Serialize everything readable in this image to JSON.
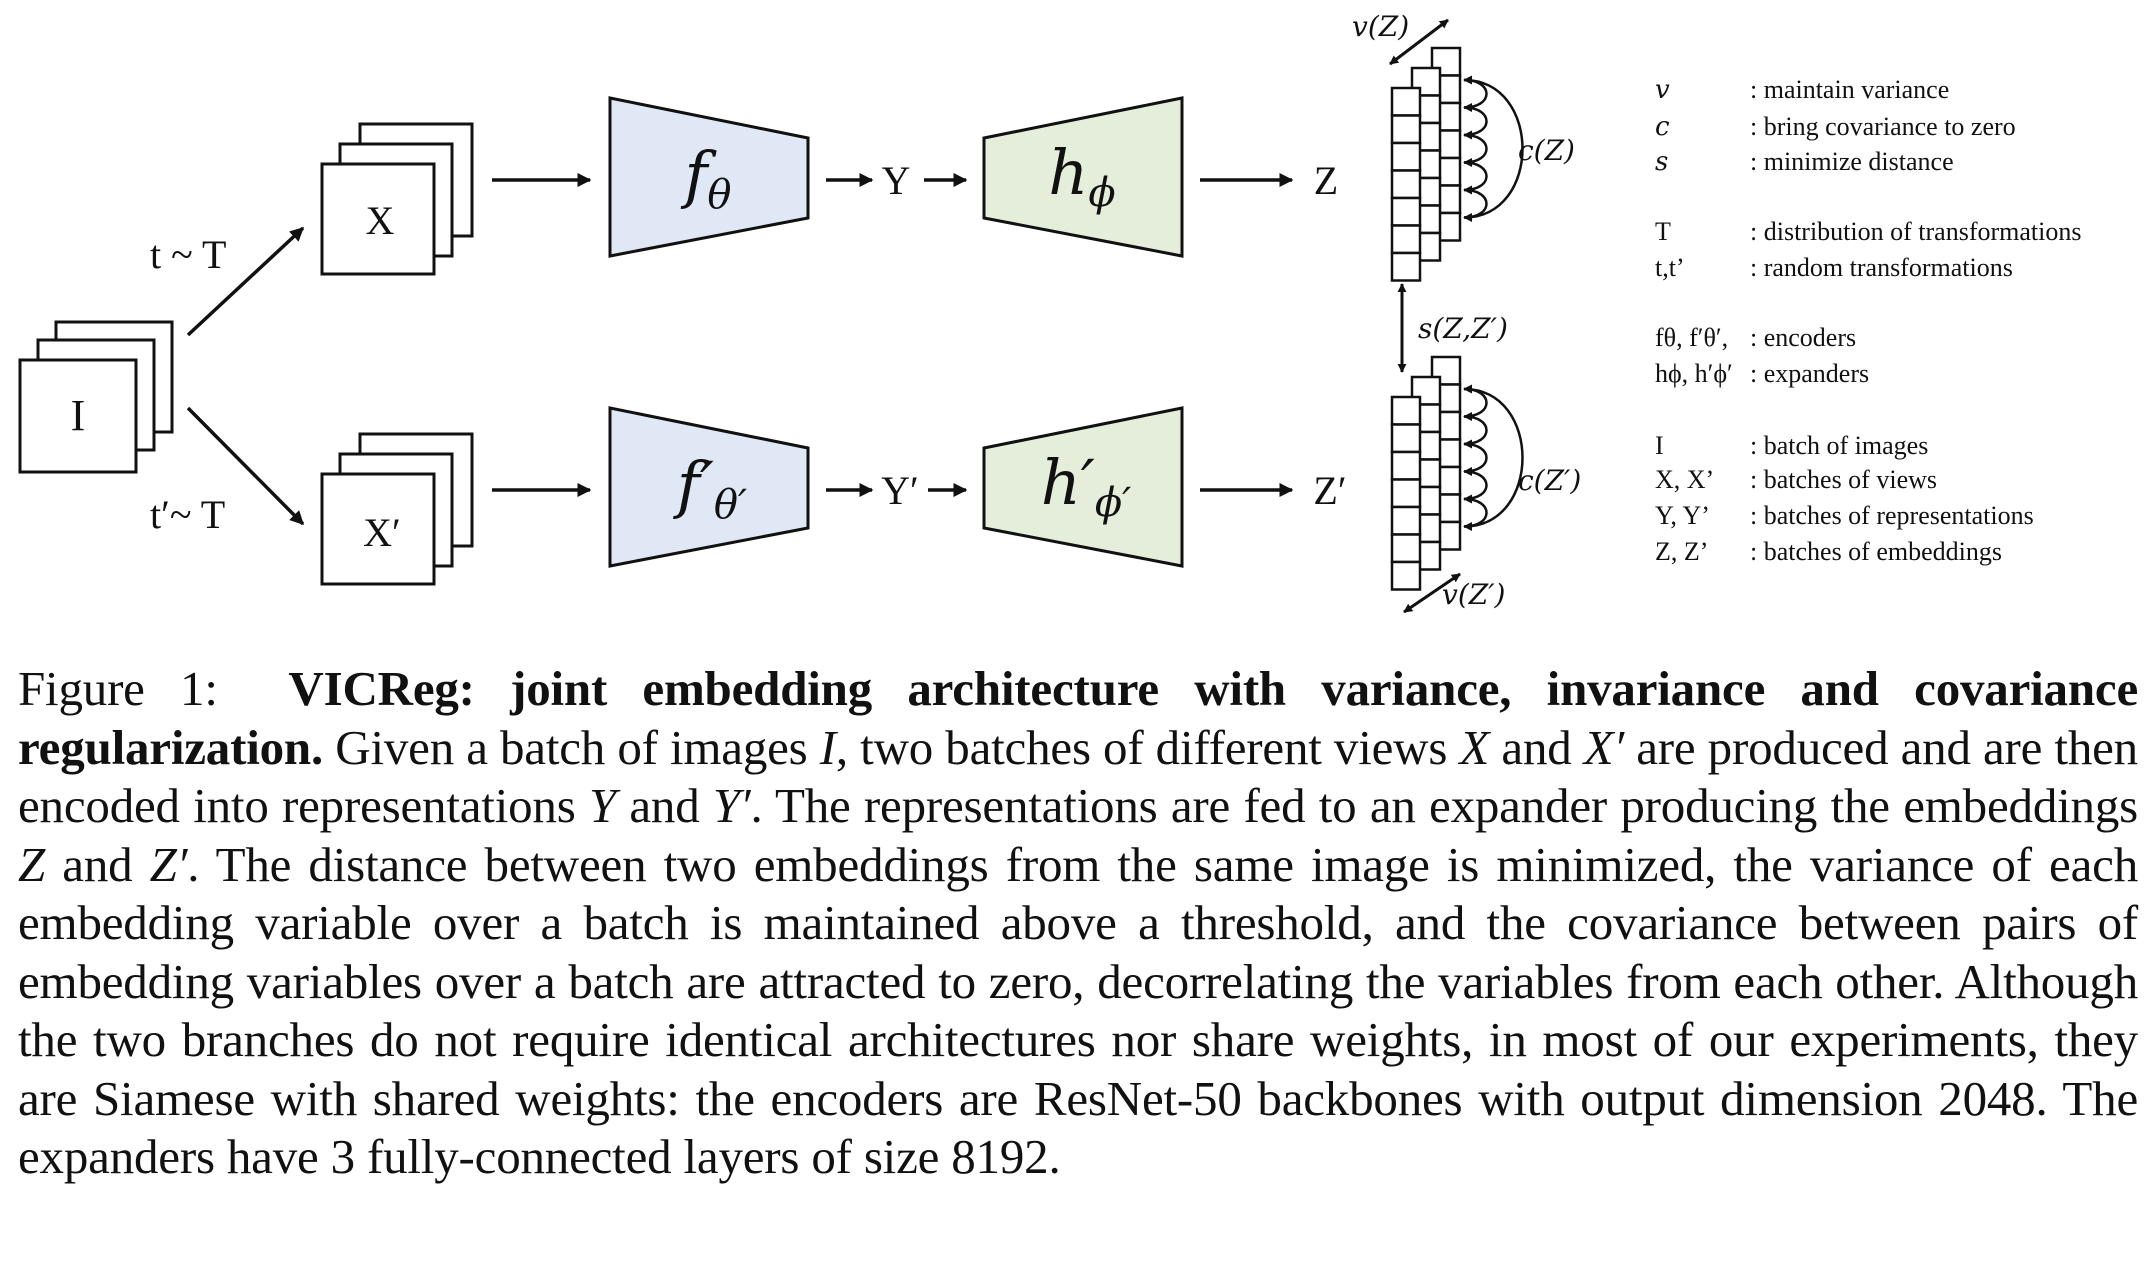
{
  "diagram": {
    "input": "I",
    "transform_top": "t ~ T",
    "transform_bottom": "t′~ T",
    "view_top": "X",
    "view_bottom": "X′",
    "encoder_top": {
      "base": "f",
      "sub": "θ"
    },
    "encoder_bottom": {
      "base": "f′",
      "sub": "θ′"
    },
    "repr_top": "Y",
    "repr_bottom": "Y′",
    "expander_top": {
      "base": "h",
      "sub": "ϕ"
    },
    "expander_bottom": {
      "base": "h′",
      "sub": "ϕ′"
    },
    "embed_top": "Z",
    "embed_bottom": "Z′",
    "variance_top": "v(Z)",
    "variance_bottom": "v(Z′)",
    "covariance_top": "c(Z)",
    "covariance_bottom": "c(Z′)",
    "invariance": "s(Z,Z′)",
    "colors": {
      "encoder_fill": "#dfe8f4",
      "expander_fill": "#e4eedb",
      "stroke": "#111111"
    }
  },
  "legend": [
    {
      "key": "v",
      "desc": ": maintain  variance"
    },
    {
      "key": "c",
      "desc": ": bring covariance to zero"
    },
    {
      "key": "s",
      "desc": ": minimize  distance"
    },
    {
      "key": "T",
      "desc": ": distribution  of transformations"
    },
    {
      "key": "t,t’",
      "desc": ": random transformations"
    },
    {
      "key": "fθ, f′θ′,",
      "desc": ": encoders"
    },
    {
      "key": "hϕ, h′ϕ′",
      "desc": ": expanders"
    },
    {
      "key": "I",
      "desc": ": batch  of images"
    },
    {
      "key": "X, X’",
      "desc": ": batches  of views"
    },
    {
      "key": "Y, Y’",
      "desc": ": batches  of representations"
    },
    {
      "key": "Z, Z’",
      "desc": ": batches  of embeddings"
    }
  ],
  "caption": {
    "label": "Figure 1:",
    "title": "VICReg: joint embedding architecture with variance, invariance and covariance regularization.",
    "p1": " Given a batch of images ",
    "m_I": "I",
    "p2": ", two batches of different views ",
    "m_X": "X",
    "p3": " and ",
    "m_X2": "X′",
    "p4": " are produced and are then encoded into representations ",
    "m_Y": "Y",
    "p5": " and ",
    "m_Y2": "Y′",
    "p6": ". The representations are fed to an expander producing the embeddings ",
    "m_Z": "Z",
    "p7": " and ",
    "m_Z2": "Z′",
    "p8": ". The distance between two embeddings from the same image is minimized, the variance of each embedding variable over a batch is maintained above a threshold, and the covariance between pairs of embedding variables over a batch are attracted to zero, decorrelating the variables from each other. Although the two branches do not require identical architectures nor share weights, in most of our experiments, they are Siamese with shared weights: the encoders are ResNet-50 backbones with output dimension 2048. The expanders have 3 fully-connected layers of size 8192."
  }
}
